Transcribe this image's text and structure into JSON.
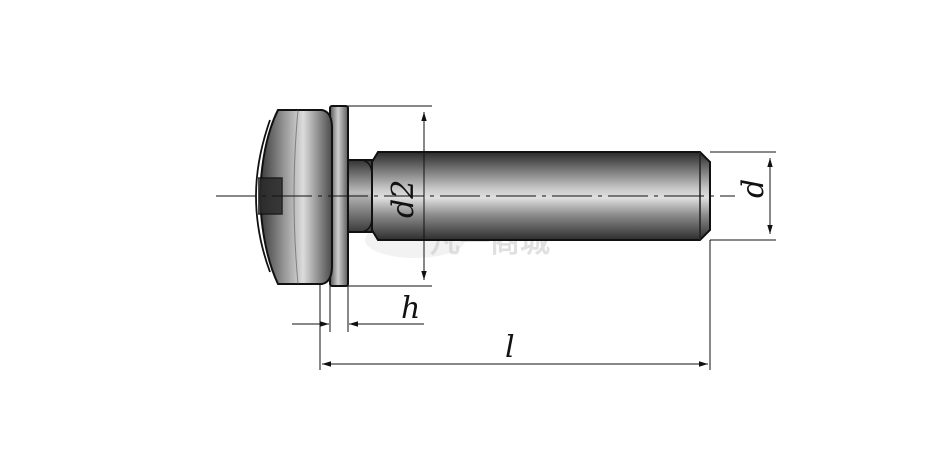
{
  "drawing": {
    "labels": {
      "d2": "d2",
      "d": "d",
      "h": "h",
      "l": "l"
    },
    "watermark": "凡一商城"
  },
  "colors": {
    "line": "#111111",
    "metal_dark": "#3a3a3a",
    "metal_mid": "#7a7a7a",
    "metal_light": "#d8d8d8",
    "background": "#ffffff"
  }
}
